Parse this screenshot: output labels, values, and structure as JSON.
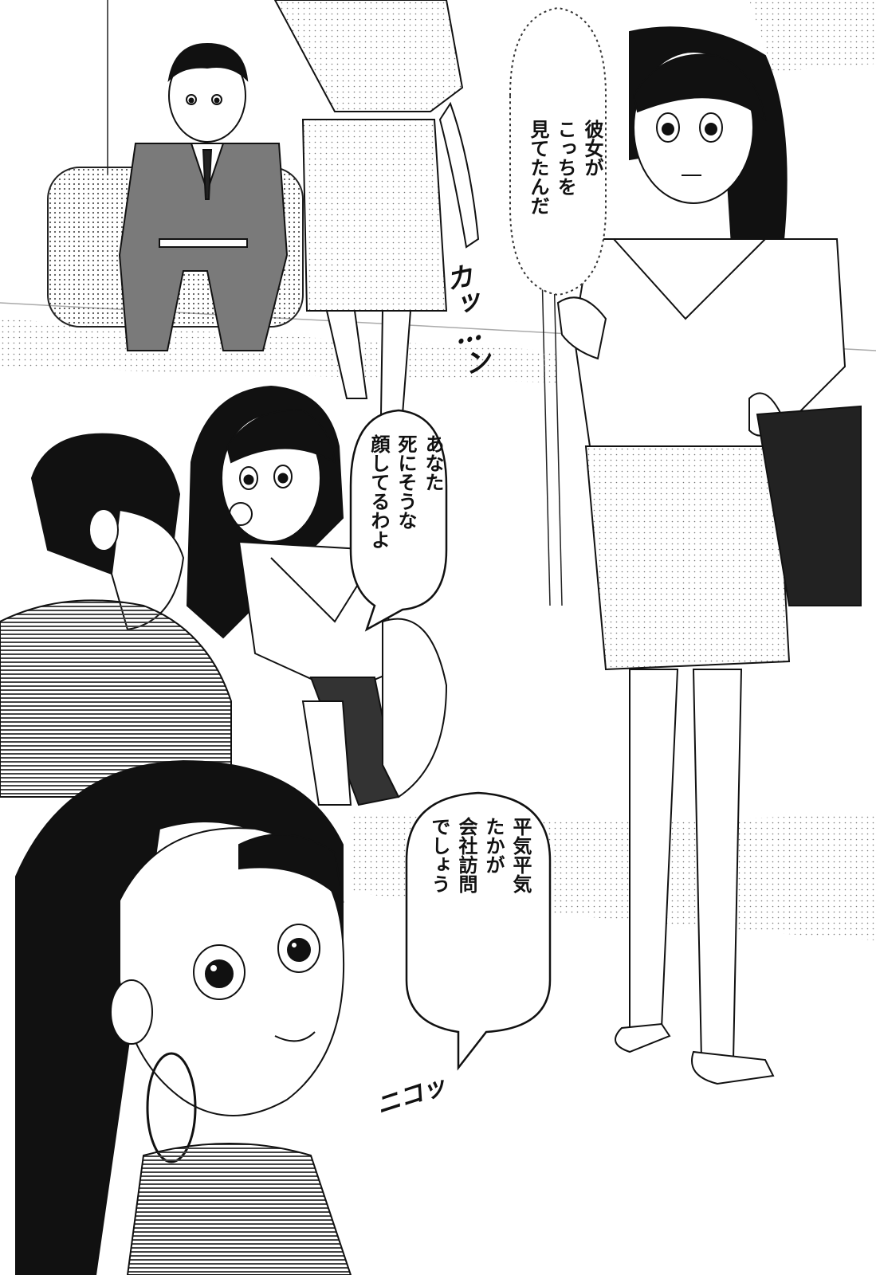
{
  "bubbles": {
    "thought_top": {
      "lines": [
        "彼女が",
        "こっちを",
        "見てたんだ"
      ]
    },
    "speech_middle": {
      "lines": [
        "あなた",
        "死にそうな",
        "顔してるわよ"
      ]
    },
    "speech_bottom": {
      "lines": [
        "平気平気",
        "たかが",
        "会社訪問",
        "でしょう"
      ]
    }
  },
  "sfx": {
    "heel_click": "カッ…ン",
    "grin": "ニコッ"
  },
  "colors": {
    "ink": "#111111",
    "paper": "#ffffff",
    "screentone": "#bdbdbd"
  }
}
